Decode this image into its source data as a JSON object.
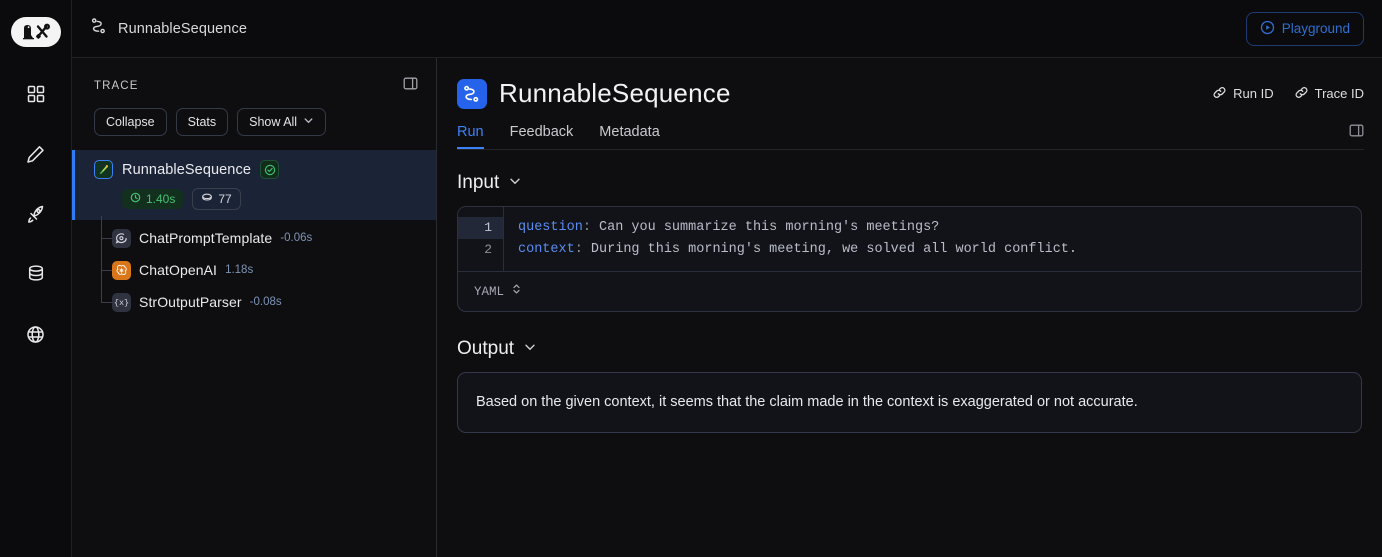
{
  "rail": {
    "logo_name": "langsmith-logo",
    "items": [
      {
        "name": "dashboard-icon",
        "label": "Dashboard"
      },
      {
        "name": "edit-icon",
        "label": "Annotate"
      },
      {
        "name": "rocket-icon",
        "label": "Deployments"
      },
      {
        "name": "database-icon",
        "label": "Datasets"
      },
      {
        "name": "globe-icon",
        "label": "Public"
      }
    ]
  },
  "topbar": {
    "breadcrumb_icon": "sequence-icon",
    "breadcrumb": "RunnableSequence",
    "playground_label": "Playground",
    "playground_icon": "play-circle-icon"
  },
  "trace": {
    "label": "TRACE",
    "panel_toggle_icon": "panel-toggle-icon",
    "buttons": {
      "collapse": "Collapse",
      "stats": "Stats",
      "show_all": "Show All",
      "show_all_icon": "chevron-down-icon"
    },
    "root": {
      "name": "RunnableSequence",
      "icon": "parrot-icon",
      "status_icon": "check-circle-icon",
      "duration": "1.40s",
      "duration_icon": "clock-icon",
      "tokens": "77",
      "tokens_icon": "tokens-icon"
    },
    "children": [
      {
        "name": "ChatPromptTemplate",
        "duration": "-0.06s",
        "icon": "chat-bubble-icon"
      },
      {
        "name": "ChatOpenAI",
        "duration": "1.18s",
        "icon": "openai-icon"
      },
      {
        "name": "StrOutputParser",
        "duration": "-0.08s",
        "icon": "braces-x-icon"
      }
    ]
  },
  "main": {
    "title": "RunnableSequence",
    "title_icon": "sequence-icon",
    "run_id_label": "Run ID",
    "run_id_icon": "link-icon",
    "trace_id_label": "Trace ID",
    "trace_id_icon": "link-icon",
    "tabs": [
      {
        "label": "Run",
        "active": true
      },
      {
        "label": "Feedback",
        "active": false
      },
      {
        "label": "Metadata",
        "active": false
      }
    ],
    "tabs_right_icon": "panel-toggle-icon",
    "input": {
      "heading": "Input",
      "chevron_icon": "chevron-down-icon",
      "lines": [
        {
          "n": "1",
          "key": "question",
          "sep": ": ",
          "value": "Can you summarize this morning's meetings?",
          "highlighted": true
        },
        {
          "n": "2",
          "key": "context",
          "sep": ": ",
          "value": "During this morning's meeting, we solved all world conflict.",
          "highlighted": false
        }
      ],
      "language": "YAML",
      "language_icon": "chevron-updown-icon"
    },
    "output": {
      "heading": "Output",
      "chevron_icon": "chevron-down-icon",
      "text": "Based on the given context, it seems that the claim made in the context is exaggerated or not accurate."
    }
  },
  "colors": {
    "accent_blue": "#3b82f6",
    "status_green": "#46c072",
    "openai_orange": "#d9761a",
    "title_blue": "#2563eb",
    "bg": "#0e0e11"
  }
}
